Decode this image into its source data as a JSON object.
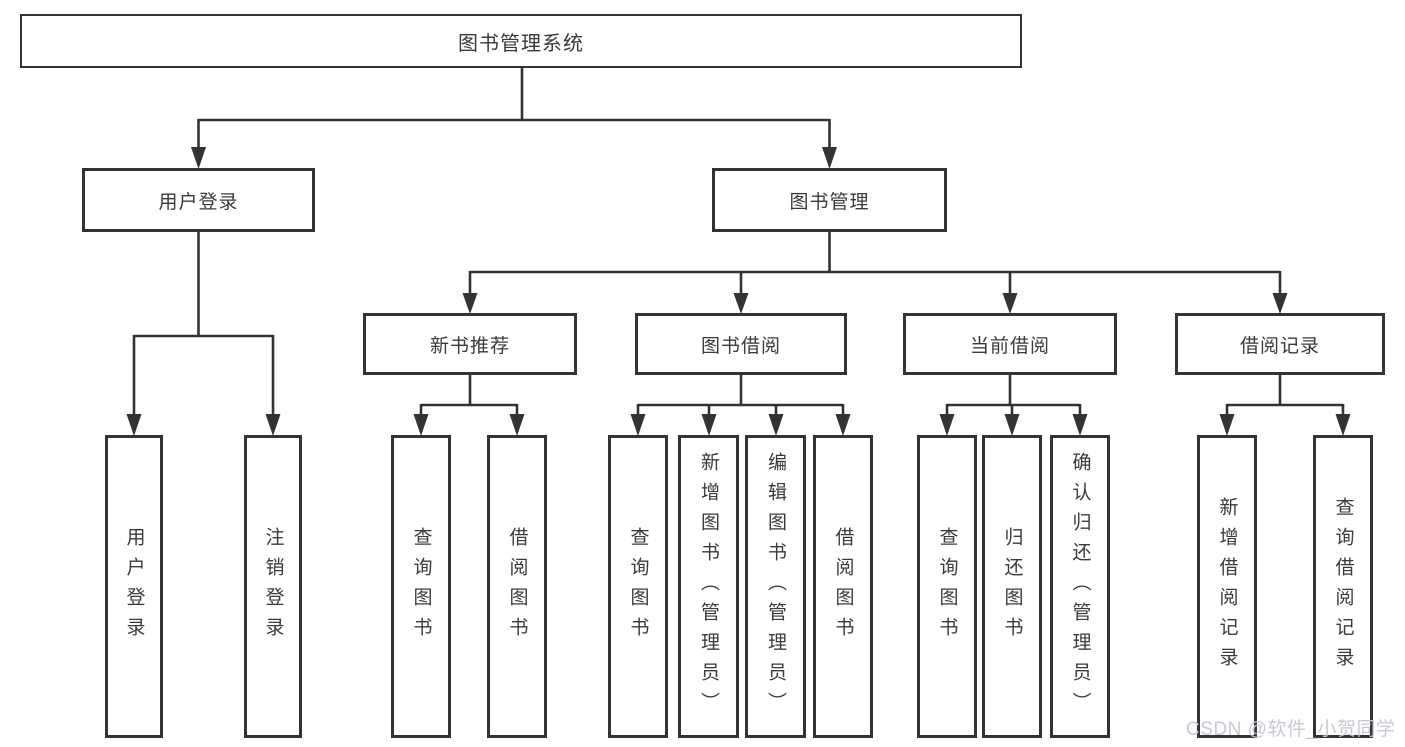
{
  "diagram": {
    "type": "hierarchy-tree",
    "nodes": {
      "root": "图书管理系统",
      "level1": {
        "user_login": "用户登录",
        "book_management": "图书管理"
      },
      "level2": {
        "new_book_recommend": "新书推荐",
        "book_borrow": "图书借阅",
        "current_borrow": "当前借阅",
        "borrow_records": "借阅记录"
      },
      "leaves": {
        "user_login": "用户登录",
        "logout": "注销登录",
        "nb_query_books": "查询图书",
        "nb_borrow_books": "借阅图书",
        "bb_query_books": "查询图书",
        "bb_add_books": "新增图书（管理员）",
        "bb_edit_books": "编辑图书（管理员）",
        "bb_borrow_books": "借阅图书",
        "cb_query_books": "查询图书",
        "cb_return_books": "归还图书",
        "cb_confirm_return": "确认归还（管理员）",
        "br_add_record": "新增借阅记录",
        "br_query_record": "查询借阅记录"
      }
    },
    "watermark": "CSDN @软件_小贺同学",
    "colors": {
      "line": "#333333",
      "box_border": "#333333",
      "text": "#3a3a3a",
      "watermark": "#c4c6d4",
      "background": "#ffffff"
    }
  }
}
